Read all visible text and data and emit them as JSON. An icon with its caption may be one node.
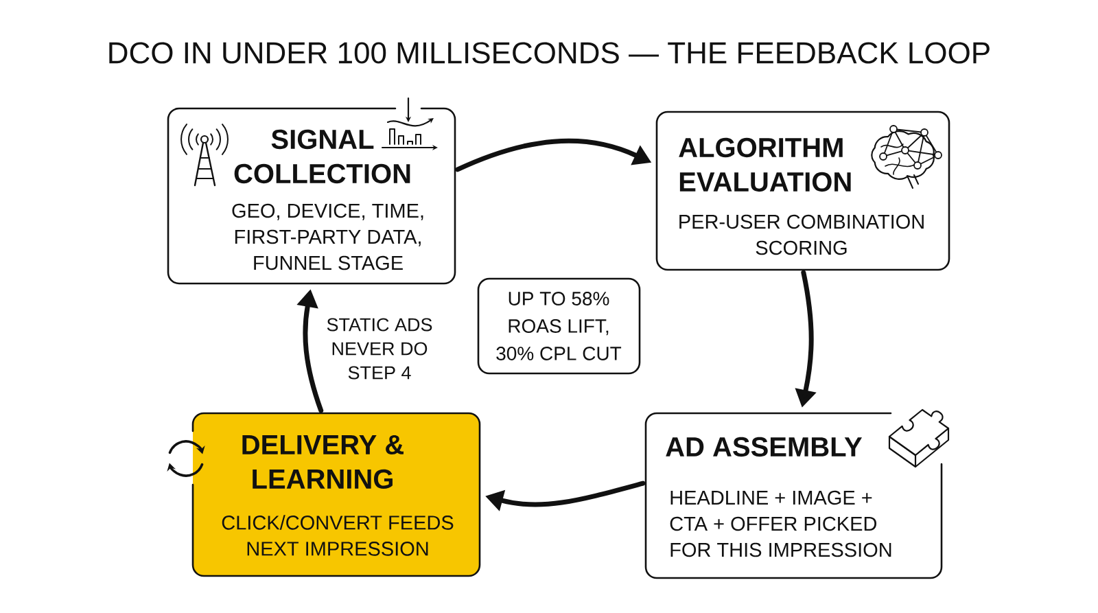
{
  "diagram": {
    "title": "DCO IN UNDER 100 MILLISECONDS — THE FEEDBACK LOOP",
    "nodes": [
      {
        "text": [
          "SIGNAL COLLECTION",
          "GEO, DEVICE, TIME, FIRST-PARTY DATA, FUNNEL STAGE"
        ]
      },
      {
        "text": [
          "ALGORITHM EVALUATION",
          "PER-USER COMBINATION SCORING"
        ]
      },
      {
        "text": [
          "UP TO 58% ROAS LIFT, 30% CPL CUT"
        ]
      },
      {
        "text": [
          "DELIVERY & LEARNING",
          "CLICK/CONVERT FEEDS NEXT IMPRESSION"
        ]
      },
      {
        "text": [
          "AD ASSEMBLY",
          "HEADLINE + IMAGE + CTA + OFFER PICKED FOR THIS IMPRESSION"
        ]
      }
    ],
    "edges": [
      {
        "from": 0,
        "to": 1,
        "arrow": "to"
      },
      {
        "from": 1,
        "to": 4,
        "arrow": "to"
      },
      {
        "from": 4,
        "to": 3,
        "arrow": "to"
      },
      {
        "from": 3,
        "to": 0,
        "arrow": "to",
        "label": "STATIC ADS NEVER DO STEP 4"
      }
    ]
  }
}
